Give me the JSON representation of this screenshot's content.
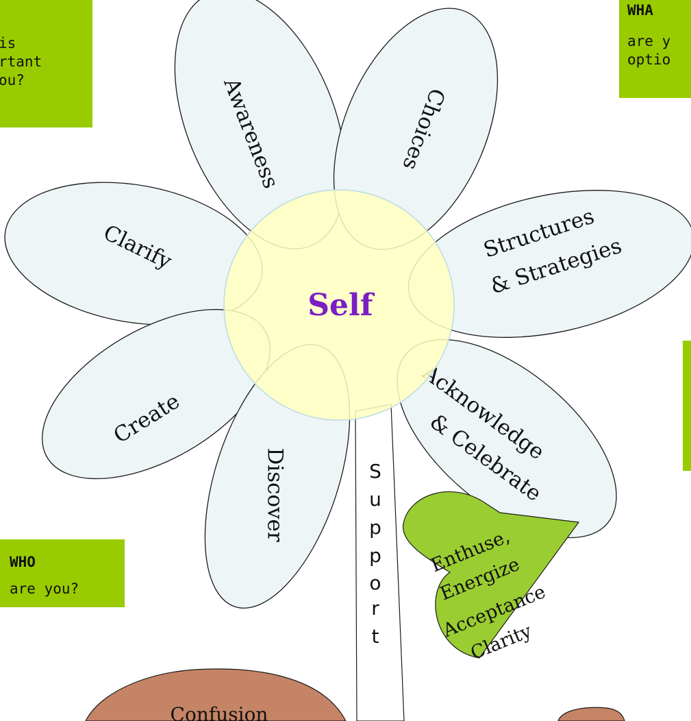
{
  "center": {
    "label": "Self"
  },
  "petals": {
    "awareness": "Awareness",
    "choices": "Choices",
    "clarify": "Clarify",
    "structures": [
      "Structures",
      "& Strategies"
    ],
    "create": "Create",
    "discover": "Discover",
    "acknowledge": [
      "Acknowledge",
      "& Celebrate"
    ]
  },
  "stem": {
    "letters": [
      "S",
      "u",
      "p",
      "p",
      "o",
      "r",
      "t"
    ]
  },
  "leaf": {
    "lines": [
      "Enthuse,",
      "Energize",
      "Acceptance",
      "Clarity"
    ]
  },
  "soil": {
    "label": "Confusion"
  },
  "boxes": {
    "top_left": {
      "lines": [
        "is",
        "rtant",
        "ou?"
      ]
    },
    "top_right": {
      "keyword": "WHA",
      "lines": [
        "are y",
        "optio"
      ]
    },
    "who": {
      "keyword": "WHO",
      "question": "are you?"
    }
  },
  "colors": {
    "box_green": "#99cc00",
    "leaf_green": "#9acd32",
    "petal": "#eef5f7",
    "center": "#ffffc0",
    "self_text": "#7b1fc4",
    "soil": "#c58466"
  }
}
